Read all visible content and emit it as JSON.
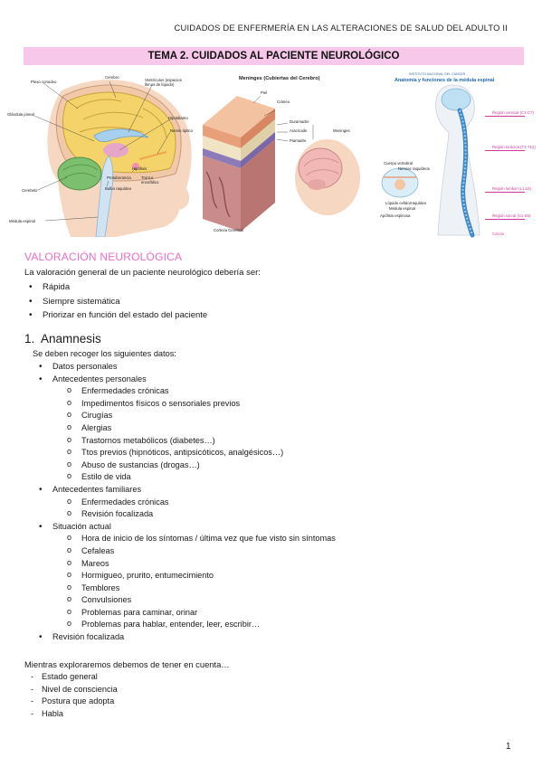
{
  "header": {
    "text": "CUIDADOS DE ENFERMERÍA EN LAS ALTERACIONES DE SALUD DEL ADULTO II"
  },
  "title": "TEMA 2. CUIDADOS AL PACIENTE NEUROLÓGICO",
  "figures": {
    "brain": {
      "labels": {
        "plexo": "Plexo coroideo",
        "cerebro": "Cerebro",
        "ventriculos": "Ventrículos (espacios llenos de líquido)",
        "glandula": "Glándula pineal",
        "hipotalamo": "Hipotálamo",
        "nervio": "Nervio óptico",
        "hipofisis": "Hipófisis",
        "protuberancia": "Protuberancia",
        "tronco": "Tronco encefálico",
        "bulbo": "Bulbo raquídeo",
        "cerebelo": "Cerebelo",
        "medula": "Médula espinal"
      }
    },
    "meninges": {
      "title": "Meninges (Cubiertas del Cerebro)",
      "labels": {
        "piel": "Piel",
        "craneo": "Cráneo",
        "duramadre": "Duramadre",
        "aracnoide": "Aracnoide",
        "piamadre": "Piamadre",
        "meninges": "Meninges",
        "corteza": "Corteza Cerebral"
      }
    },
    "spine": {
      "kicker": "INSTITUTO NACIONAL DEL CÁNCER",
      "title": "Anatomía y funciones de la médula espinal",
      "labels": {
        "cuerpo": "Cuerpo vertebral",
        "nervios": "Nervios raquídeos",
        "liquido": "Líquido cefalorraquídeo",
        "medula": "Médula espinal",
        "apofisis": "Apófisis espinosa",
        "cervical": "Región cervical (C1-C7)",
        "toracica": "Región torácica (T1-T12)",
        "lumbar": "Región lumbar (L1-L5)",
        "sacra": "Región sacral (S1-S5)",
        "coccix": "Cóccix"
      }
    }
  },
  "valoracion": {
    "title": "VALORACIÓN NEUROLÓGICA",
    "intro": "La valoración general de un paciente neurológico debería ser:",
    "items": [
      "Rápida",
      "Siempre sistemática",
      "Priorizar en función del estado del paciente"
    ]
  },
  "anamnesis": {
    "number": "1.",
    "title": "Anamnesis",
    "intro": "Se deben recoger los siguientes datos:",
    "groups": [
      {
        "label": "Datos personales",
        "children": []
      },
      {
        "label": "Antecedentes personales",
        "children": [
          "Enfermedades crónicas",
          "Impedimentos físicos o sensoriales previos",
          "Cirugías",
          "Alergias",
          "Trastornos metabólicos (diabetes…)",
          "Ttos previos (hipnóticos, antipsicóticos, analgésicos…)",
          "Abuso de sustancias (drogas…)",
          "Estilo de vida"
        ]
      },
      {
        "label": "Antecedentes familiares",
        "children": [
          "Enfermedades crónicas",
          "Revisión focalizada"
        ]
      },
      {
        "label": "Situación actual",
        "children": [
          "Hora de inicio de los síntomas / última vez que fue visto sin síntomas",
          "Cefaleas",
          "Mareos",
          "Hormigueo, prurito, entumecimiento",
          "Temblores",
          "Convulsiones",
          "Problemas para caminar, orinar",
          "Problemas para hablar, entender, leer, escribir…"
        ]
      },
      {
        "label": "Revisión focalizada",
        "children": []
      }
    ]
  },
  "exploracion": {
    "intro": "Mientras exploraremos debemos de tener en cuenta…",
    "items": [
      "Estado general",
      "Nivel de consciencia",
      "Postura que adopta",
      "Habla"
    ]
  },
  "page_number": "1"
}
